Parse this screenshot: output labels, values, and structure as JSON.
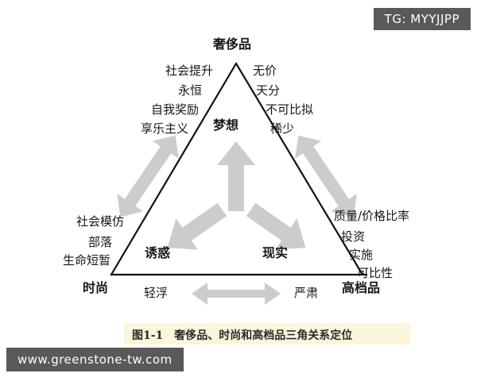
{
  "watermarks": {
    "tg": "TG: MYYJJPP",
    "site": "www.greenstone-tw.com"
  },
  "diagram": {
    "apex_label": "奢侈品",
    "vertex_left_label": "时尚",
    "vertex_right_label": "高档品",
    "inner_top_label": "梦想",
    "inner_left_label": "诱惑",
    "inner_right_label": "现实",
    "left_attributes": [
      "社会提升",
      "永恒",
      "自我奖励",
      "享乐主义"
    ],
    "right_attributes": [
      "无价",
      "天分",
      "不可比拟",
      "稀少"
    ],
    "lower_left_attributes": [
      "社会模仿",
      "部落",
      "生命短暂"
    ],
    "lower_right_attributes": [
      "质量/价格比率",
      "投资",
      "实施",
      "可比性"
    ],
    "base_left_label": "轻浮",
    "base_right_label": "严肃",
    "arrow_color": "#cccccc",
    "line_color": "#111111"
  },
  "caption": {
    "figure_number": "图1-1",
    "text": "奢侈品、时尚和高档品三角关系定位",
    "full": "图1-1　奢侈品、时尚和高档品三角关系定位",
    "band_color": "#fbf6dc"
  }
}
